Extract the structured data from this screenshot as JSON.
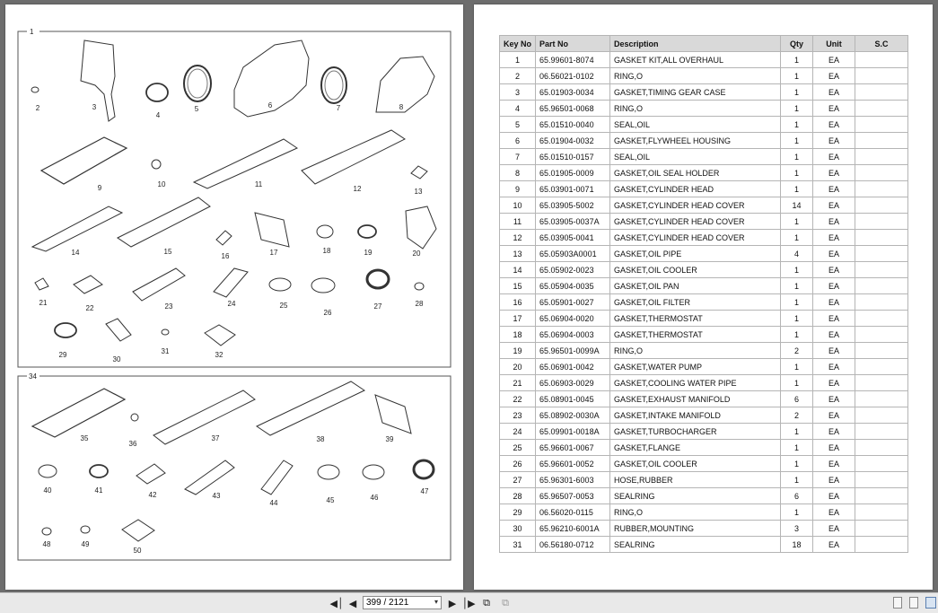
{
  "diagram": {
    "group_label_top": "1",
    "group_label_bottom": "34",
    "callouts": [
      "2",
      "3",
      "4",
      "5",
      "6",
      "7",
      "8",
      "9",
      "10",
      "11",
      "12",
      "13",
      "14",
      "15",
      "16",
      "17",
      "18",
      "19",
      "20",
      "21",
      "22",
      "23",
      "24",
      "25",
      "26",
      "27",
      "28",
      "29",
      "30",
      "31",
      "32",
      "35",
      "36",
      "37",
      "38",
      "39",
      "40",
      "41",
      "42",
      "43",
      "44",
      "45",
      "46",
      "47",
      "48",
      "49",
      "50"
    ]
  },
  "table": {
    "headers": {
      "key_no": "Key No",
      "part_no": "Part No",
      "description": "Description",
      "qty": "Qty",
      "unit": "Unit",
      "sc": "S.C"
    },
    "rows": [
      {
        "key": "1",
        "part": "65.99601-8074",
        "desc": "GASKET KIT,ALL OVERHAUL",
        "qty": "1",
        "unit": "EA",
        "sc": ""
      },
      {
        "key": "2",
        "part": "06.56021-0102",
        "desc": "RING,O",
        "qty": "1",
        "unit": "EA",
        "sc": ""
      },
      {
        "key": "3",
        "part": "65.01903-0034",
        "desc": "GASKET,TIMING GEAR CASE",
        "qty": "1",
        "unit": "EA",
        "sc": ""
      },
      {
        "key": "4",
        "part": "65.96501-0068",
        "desc": "RING,O",
        "qty": "1",
        "unit": "EA",
        "sc": ""
      },
      {
        "key": "5",
        "part": "65.01510-0040",
        "desc": "SEAL,OIL",
        "qty": "1",
        "unit": "EA",
        "sc": ""
      },
      {
        "key": "6",
        "part": "65.01904-0032",
        "desc": "GASKET,FLYWHEEL HOUSING",
        "qty": "1",
        "unit": "EA",
        "sc": ""
      },
      {
        "key": "7",
        "part": "65.01510-0157",
        "desc": "SEAL,OIL",
        "qty": "1",
        "unit": "EA",
        "sc": ""
      },
      {
        "key": "8",
        "part": "65.01905-0009",
        "desc": "GASKET,OIL SEAL HOLDER",
        "qty": "1",
        "unit": "EA",
        "sc": ""
      },
      {
        "key": "9",
        "part": "65.03901-0071",
        "desc": "GASKET,CYLINDER HEAD",
        "qty": "1",
        "unit": "EA",
        "sc": ""
      },
      {
        "key": "10",
        "part": "65.03905-5002",
        "desc": "GASKET,CYLINDER HEAD COVER",
        "qty": "14",
        "unit": "EA",
        "sc": ""
      },
      {
        "key": "11",
        "part": "65.03905-0037A",
        "desc": "GASKET,CYLINDER HEAD COVER",
        "qty": "1",
        "unit": "EA",
        "sc": ""
      },
      {
        "key": "12",
        "part": "65.03905-0041",
        "desc": "GASKET,CYLINDER HEAD COVER",
        "qty": "1",
        "unit": "EA",
        "sc": ""
      },
      {
        "key": "13",
        "part": "65.05903A0001",
        "desc": "GASKET,OIL PIPE",
        "qty": "4",
        "unit": "EA",
        "sc": ""
      },
      {
        "key": "14",
        "part": "65.05902-0023",
        "desc": "GASKET,OIL COOLER",
        "qty": "1",
        "unit": "EA",
        "sc": ""
      },
      {
        "key": "15",
        "part": "65.05904-0035",
        "desc": "GASKET,OIL PAN",
        "qty": "1",
        "unit": "EA",
        "sc": ""
      },
      {
        "key": "16",
        "part": "65.05901-0027",
        "desc": "GASKET,OIL FILTER",
        "qty": "1",
        "unit": "EA",
        "sc": ""
      },
      {
        "key": "17",
        "part": "65.06904-0020",
        "desc": "GASKET,THERMOSTAT",
        "qty": "1",
        "unit": "EA",
        "sc": ""
      },
      {
        "key": "18",
        "part": "65.06904-0003",
        "desc": "GASKET,THERMOSTAT",
        "qty": "1",
        "unit": "EA",
        "sc": ""
      },
      {
        "key": "19",
        "part": "65.96501-0099A",
        "desc": "RING,O",
        "qty": "2",
        "unit": "EA",
        "sc": ""
      },
      {
        "key": "20",
        "part": "65.06901-0042",
        "desc": "GASKET,WATER PUMP",
        "qty": "1",
        "unit": "EA",
        "sc": ""
      },
      {
        "key": "21",
        "part": "65.06903-0029",
        "desc": "GASKET,COOLING WATER PIPE",
        "qty": "1",
        "unit": "EA",
        "sc": ""
      },
      {
        "key": "22",
        "part": "65.08901-0045",
        "desc": "GASKET,EXHAUST MANIFOLD",
        "qty": "6",
        "unit": "EA",
        "sc": ""
      },
      {
        "key": "23",
        "part": "65.08902-0030A",
        "desc": "GASKET,INTAKE MANIFOLD",
        "qty": "2",
        "unit": "EA",
        "sc": ""
      },
      {
        "key": "24",
        "part": "65.09901-0018A",
        "desc": "GASKET,TURBOCHARGER",
        "qty": "1",
        "unit": "EA",
        "sc": ""
      },
      {
        "key": "25",
        "part": "65.96601-0067",
        "desc": "GASKET,FLANGE",
        "qty": "1",
        "unit": "EA",
        "sc": ""
      },
      {
        "key": "26",
        "part": "65.96601-0052",
        "desc": "GASKET,OIL COOLER",
        "qty": "1",
        "unit": "EA",
        "sc": ""
      },
      {
        "key": "27",
        "part": "65.96301-6003",
        "desc": "HOSE,RUBBER",
        "qty": "1",
        "unit": "EA",
        "sc": ""
      },
      {
        "key": "28",
        "part": "65.96507-0053",
        "desc": "SEALRING",
        "qty": "6",
        "unit": "EA",
        "sc": ""
      },
      {
        "key": "29",
        "part": "06.56020-0115",
        "desc": "RING,O",
        "qty": "1",
        "unit": "EA",
        "sc": ""
      },
      {
        "key": "30",
        "part": "65.96210-6001A",
        "desc": "RUBBER,MOUNTING",
        "qty": "3",
        "unit": "EA",
        "sc": ""
      },
      {
        "key": "31",
        "part": "06.56180-0712",
        "desc": "SEALRING",
        "qty": "18",
        "unit": "EA",
        "sc": ""
      }
    ]
  },
  "toolbar": {
    "page_indicator": "399 / 2121"
  },
  "icons": {
    "first_page": "first-page-icon",
    "prev_page": "previous-page-icon",
    "next_page": "next-page-icon",
    "last_page": "last-page-icon",
    "copy": "copy-icon",
    "paste": "paste-icon"
  }
}
